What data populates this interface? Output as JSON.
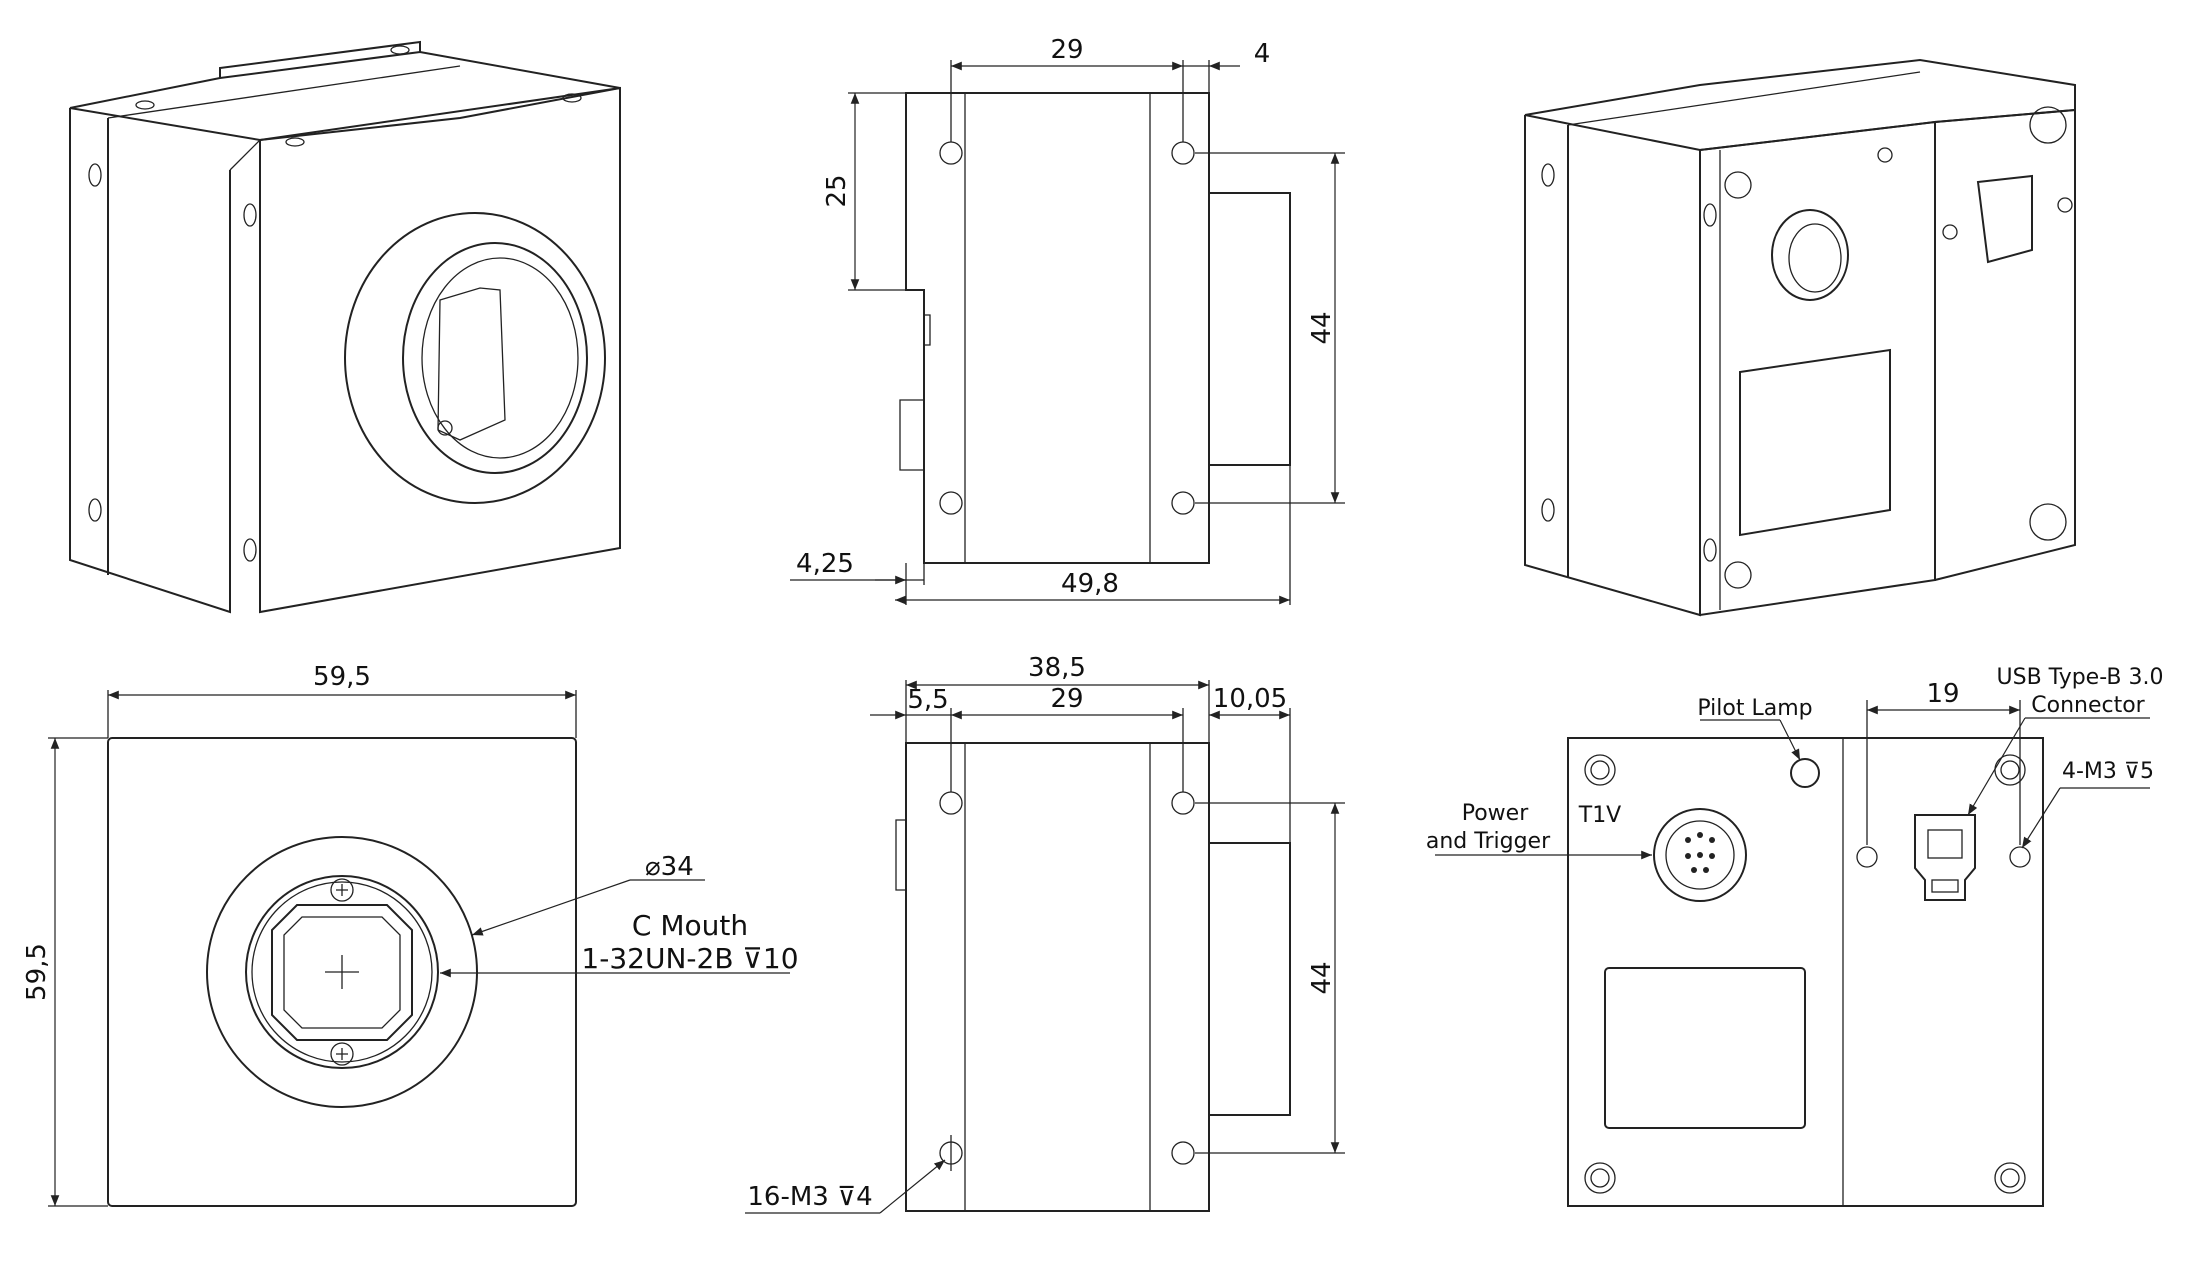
{
  "diagram": {
    "views": [
      {
        "name": "front-iso-view"
      },
      {
        "name": "side-view-top"
      },
      {
        "name": "rear-iso-view"
      },
      {
        "name": "front-view"
      },
      {
        "name": "side-view-bottom"
      },
      {
        "name": "rear-view"
      }
    ],
    "dimensions": {
      "side_top_width_29": "29",
      "side_top_offset_4": "4",
      "side_top_height_25": "25",
      "side_top_height_44": "44",
      "side_top_offset_425": "4,25",
      "side_top_length_498": "49,8",
      "front_width_595": "59,5",
      "front_height_595": "59,5",
      "side_bottom_width_385": "38,5",
      "side_bottom_offset_55": "5,5",
      "side_bottom_width_29": "29",
      "side_bottom_offset_1005": "10,05",
      "side_bottom_height_44": "44",
      "rear_width_19": "19"
    },
    "labels": {
      "diameter": "⌀34",
      "c_mouth_title": "C Mouth",
      "c_mouth_thread": "1-32UN-2B ⊽10",
      "mount_holes": "16-M3 ⊽4",
      "pilot_lamp": "Pilot Lamp",
      "usb_line1": "USB Type-B 3.0",
      "usb_line2": "Connector",
      "rear_holes": "4-M3 ⊽5",
      "power_line1": "Power",
      "power_line2": "and Trigger",
      "t1v": "T1V"
    },
    "colors": {
      "line": "#222222",
      "background": "#ffffff"
    }
  }
}
